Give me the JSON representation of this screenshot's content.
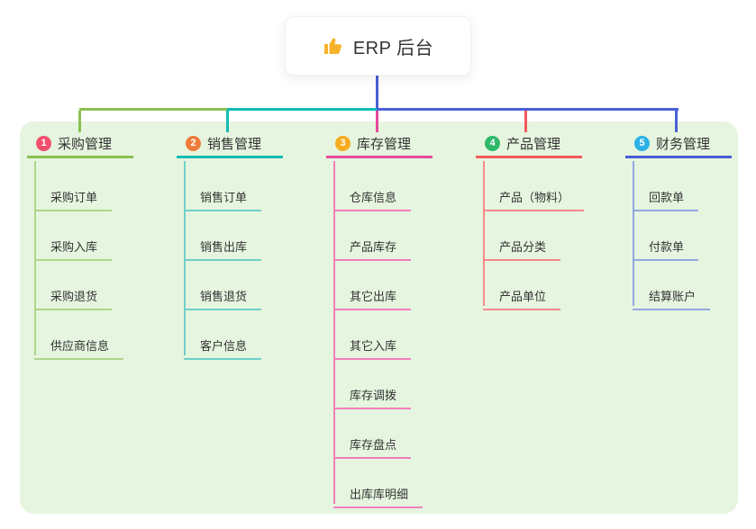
{
  "root": {
    "icon": "thumbs-up",
    "label": "ERP 后台"
  },
  "theme": {
    "panel_bg": "#e6f5df",
    "text_color": "#333333",
    "card_bg": "#ffffff",
    "root_connector_color": "#4a5fd6",
    "thumb_icon_color": "#f5b32b"
  },
  "branches": [
    {
      "num": "1",
      "label": "采购管理",
      "badge_color": "#f0506e",
      "line_color": "#8ac152",
      "child_line_color": "#aed789",
      "children": [
        "采购订单",
        "采购入库",
        "采购退货",
        "供应商信息"
      ]
    },
    {
      "num": "2",
      "label": "销售管理",
      "badge_color": "#ef7b3a",
      "line_color": "#13bcb4",
      "child_line_color": "#6fd0c9",
      "children": [
        "销售订单",
        "销售出库",
        "销售退货",
        "客户信息"
      ]
    },
    {
      "num": "3",
      "label": "库存管理",
      "badge_color": "#f7ab20",
      "line_color": "#e84a9d",
      "child_line_color": "#f07fbb",
      "children": [
        "仓库信息",
        "产品库存",
        "其它出库",
        "其它入库",
        "库存调拨",
        "库存盘点",
        "出库库明细"
      ]
    },
    {
      "num": "4",
      "label": "产品管理",
      "badge_color": "#2eb868",
      "line_color": "#f4595c",
      "child_line_color": "#f7898c",
      "children": [
        "产品（物料）",
        "产品分类",
        "产品单位"
      ]
    },
    {
      "num": "5",
      "label": "财务管理",
      "badge_color": "#2cb1e5",
      "line_color": "#4a5fd6",
      "child_line_color": "#93a8e4",
      "children": [
        "回款单",
        "付款单",
        "结算账户"
      ]
    }
  ]
}
